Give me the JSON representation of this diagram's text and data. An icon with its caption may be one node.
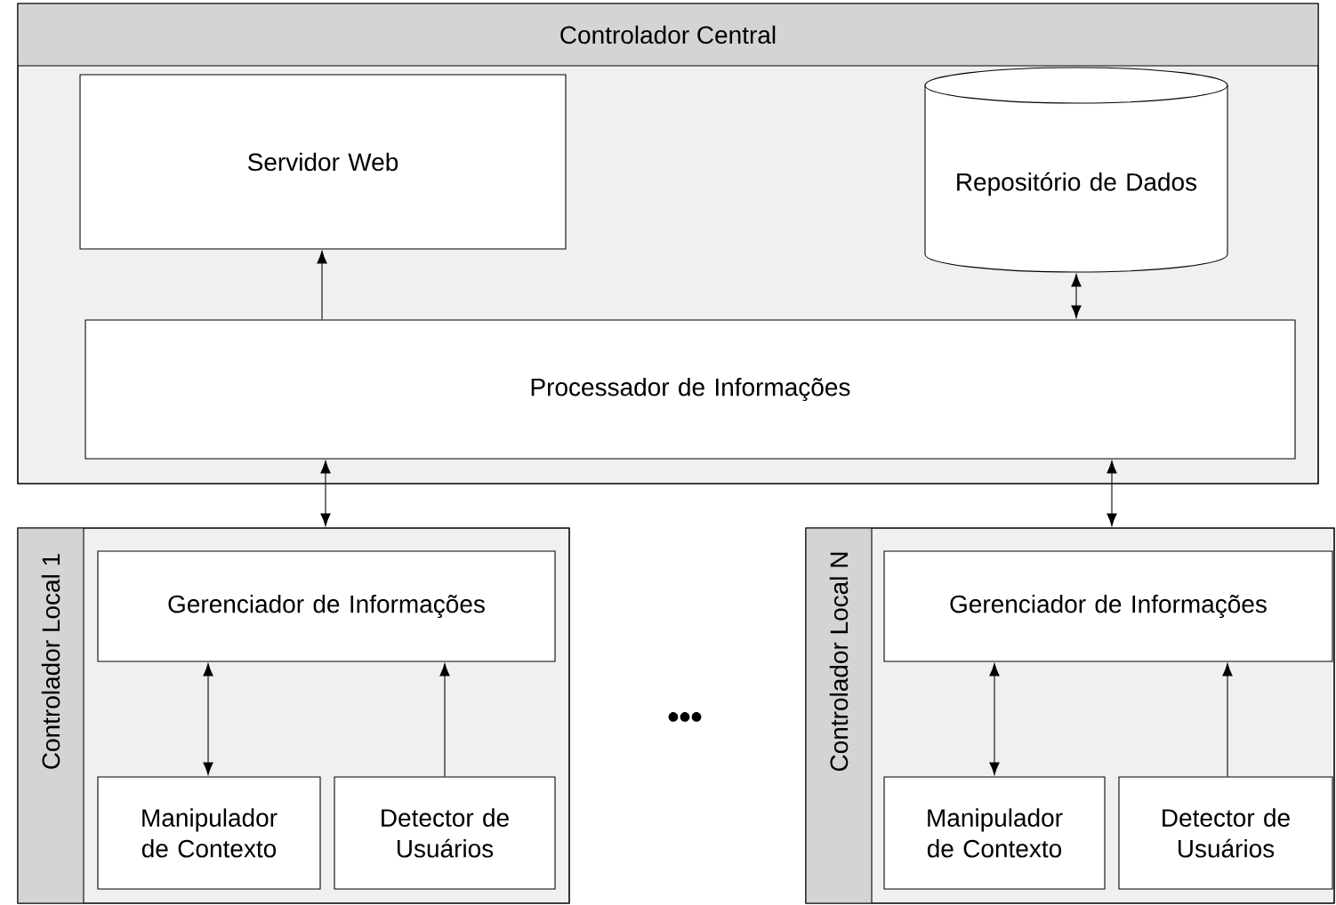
{
  "diagram": {
    "nodes": [
      {
        "text": [
          "Controlador Central"
        ]
      },
      {
        "text": [
          "Servidor Web"
        ],
        "in": 0
      },
      {
        "text": [
          "Repositório de Dados"
        ],
        "in": 0
      },
      {
        "text": [
          "Processador de Informações"
        ],
        "in": 0
      },
      {
        "text": [
          "Controlador Local 1"
        ]
      },
      {
        "text": [
          "Gerenciador de Informações"
        ],
        "in": 4
      },
      {
        "text": [
          "Manipulador de Contexto"
        ],
        "in": 4
      },
      {
        "text": [
          "Detector de Usuários"
        ],
        "in": 4
      },
      {
        "text": [
          "Controlador Local N"
        ]
      },
      {
        "text": [
          "Gerenciador de Informações"
        ],
        "in": 8
      },
      {
        "text": [
          "Manipulador de Contexto"
        ],
        "in": 8
      },
      {
        "text": [
          "Detector de Usuários"
        ],
        "in": 8
      }
    ],
    "edges": [
      {
        "from": 3,
        "to": 1,
        "arrow": "to"
      },
      {
        "from": 3,
        "to": 2,
        "arrow": "both"
      },
      {
        "from": 3,
        "to": 4,
        "arrow": "both"
      },
      {
        "from": 3,
        "to": 8,
        "arrow": "both"
      },
      {
        "from": 5,
        "to": 6,
        "arrow": "both"
      },
      {
        "from": 7,
        "to": 5,
        "arrow": "to"
      },
      {
        "from": 9,
        "to": 10,
        "arrow": "both"
      },
      {
        "from": 11,
        "to": 9,
        "arrow": "to"
      }
    ],
    "labels": [
      "•••"
    ]
  }
}
